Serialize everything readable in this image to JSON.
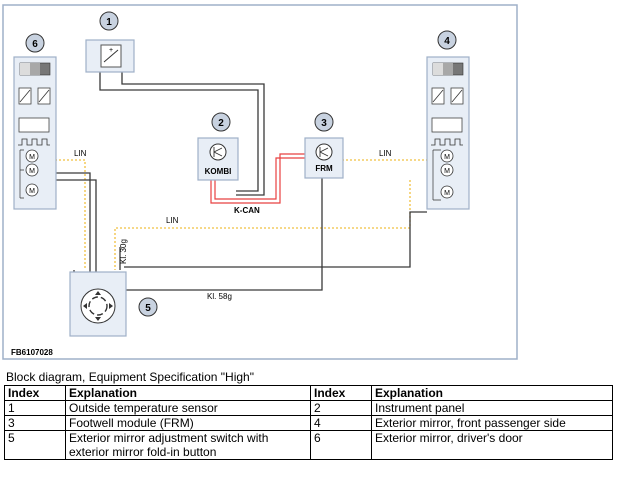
{
  "diagram": {
    "figure_id": "FB6107028",
    "nodes": [
      {
        "number": "1"
      },
      {
        "number": "2",
        "label": "KOMBI"
      },
      {
        "number": "3",
        "label": "FRM"
      },
      {
        "number": "4"
      },
      {
        "number": "5"
      },
      {
        "number": "6"
      }
    ],
    "wire_labels": {
      "lin_left": "LIN",
      "lin_right": "LIN",
      "lin_middle": "LIN",
      "kcan": "K-CAN",
      "kl30g": "Kl. 30g",
      "kl58g": "Kl. 58g"
    },
    "colors": {
      "frame": "#9fb0c8",
      "module_fill": "#e8eef6",
      "lin_wire": "#f0c040",
      "kcan_wire": "#e84040",
      "node_circle": "#c8d2e0"
    }
  },
  "caption": "Block diagram, Equipment Specification \"High\"",
  "legend": {
    "headers": [
      "Index",
      "Explanation",
      "Index",
      "Explanation"
    ],
    "rows": [
      [
        "1",
        "Outside temperature sensor",
        "2",
        "Instrument panel"
      ],
      [
        "3",
        "Footwell module (FRM)",
        "4",
        "Exterior mirror, front passenger side"
      ],
      [
        "5",
        "Exterior mirror adjustment switch with exterior mirror fold-in button",
        "6",
        "Exterior mirror, driver's door"
      ]
    ]
  }
}
